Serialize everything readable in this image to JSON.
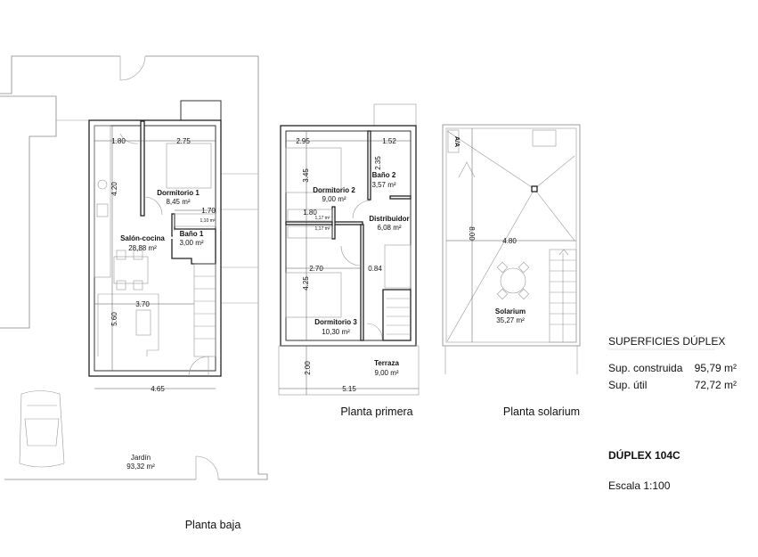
{
  "plans": {
    "ground": {
      "caption": "Planta baja",
      "rooms": {
        "dormitorio1": {
          "name": "Dormitorio 1",
          "area": "8,45 m²"
        },
        "salon": {
          "name": "Salón-cocina",
          "area": "28,88 m²"
        },
        "bano1": {
          "name": "Baño 1",
          "area": "3,00 m²"
        },
        "closet": {
          "area": "1,10 m²"
        },
        "jardin": {
          "name": "Jardín",
          "area": "93,32 m²"
        }
      },
      "dims": [
        "1.80",
        "2.75",
        "4.20",
        "1.70",
        "3.70",
        "5.60",
        "4.65"
      ]
    },
    "first": {
      "caption": "Planta primera",
      "rooms": {
        "dormitorio2": {
          "name": "Dormitorio 2",
          "area": "9,00 m²"
        },
        "bano2": {
          "name": "Baño 2",
          "area": "3,57 m²"
        },
        "distribuidor": {
          "name": "Distribuidor",
          "area": "6,08 m²"
        },
        "dormitorio3": {
          "name": "Dormitorio 3",
          "area": "10,30 m²"
        },
        "terraza": {
          "name": "Terraza",
          "area": "9,00 m²"
        },
        "closet_a": {
          "area": "1,17 m²"
        },
        "closet_b": {
          "area": "1,17 m²"
        }
      },
      "dims": [
        "2.95",
        "1.52",
        "2.35",
        "3.45",
        "1.80",
        "2.70",
        "0.84",
        "4.25",
        "2.00",
        "5.15"
      ]
    },
    "solarium": {
      "caption": "Planta solarium",
      "rooms": {
        "solarium": {
          "name": "Solarium",
          "area": "35,27 m²"
        }
      },
      "ac_label": "A/A",
      "dims": [
        "8.00",
        "4.80"
      ]
    }
  },
  "summary": {
    "title": "SUPERFICIES DÚPLEX",
    "built_label": "Sup. construida",
    "built_value": "95,79 m²",
    "useful_label": "Sup. útil",
    "useful_value": "72,72 m²",
    "unit_name": "DÚPLEX 104C",
    "scale": "Escala 1:100"
  }
}
